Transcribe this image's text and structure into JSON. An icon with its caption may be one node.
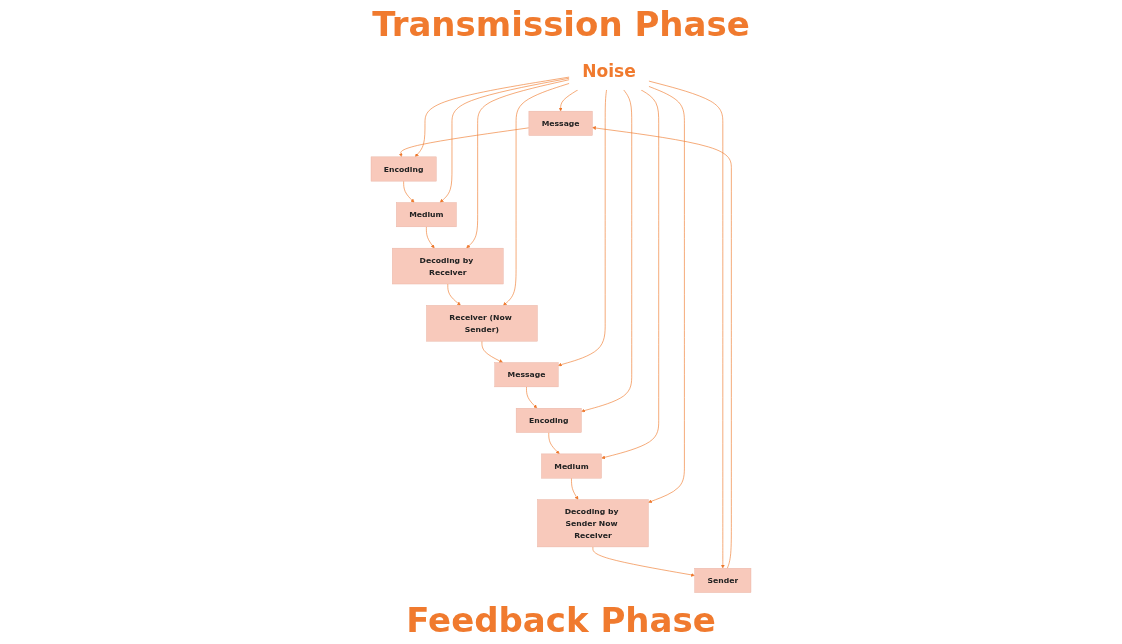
{
  "diagram": {
    "title": "Transmission Phase",
    "caption": "Feedback Phase",
    "nodes": [
      {
        "text": [
          "Message"
        ]
      },
      {
        "text": [
          "Encoding"
        ]
      },
      {
        "text": [
          "Medium"
        ]
      },
      {
        "text": [
          "Decoding by Receiver"
        ]
      },
      {
        "text": [
          "Sender"
        ]
      },
      {
        "text": [
          "Noise"
        ]
      },
      {
        "text": [
          "Receiver (Now Sender)"
        ]
      },
      {
        "text": [
          "Decoding by Sender Now Receiver"
        ]
      },
      {
        "text": [
          "Medium"
        ]
      },
      {
        "text": [
          "Encoding"
        ]
      },
      {
        "text": [
          "Message"
        ]
      }
    ],
    "edges": [
      {
        "from": 0,
        "to": 1,
        "arrow": "to"
      },
      {
        "from": 1,
        "to": 2,
        "arrow": "to"
      },
      {
        "from": 2,
        "to": 3,
        "arrow": "to"
      },
      {
        "from": 3,
        "to": 6,
        "arrow": "to"
      },
      {
        "from": 6,
        "to": 10,
        "arrow": "to"
      },
      {
        "from": 10,
        "to": 9,
        "arrow": "to"
      },
      {
        "from": 9,
        "to": 8,
        "arrow": "to"
      },
      {
        "from": 8,
        "to": 7,
        "arrow": "to"
      },
      {
        "from": 7,
        "to": 4,
        "arrow": "to"
      },
      {
        "from": 4,
        "to": 0,
        "arrow": "to"
      },
      {
        "from": 5,
        "to": 0,
        "arrow": "to"
      },
      {
        "from": 5,
        "to": 1,
        "arrow": "to"
      },
      {
        "from": 5,
        "to": 2,
        "arrow": "to"
      },
      {
        "from": 5,
        "to": 3,
        "arrow": "to"
      },
      {
        "from": 5,
        "to": 4,
        "arrow": "to"
      },
      {
        "from": 5,
        "to": 6,
        "arrow": "to"
      },
      {
        "from": 5,
        "to": 7,
        "arrow": "to"
      },
      {
        "from": 5,
        "to": 8,
        "arrow": "to"
      },
      {
        "from": 5,
        "to": 9,
        "arrow": "to"
      },
      {
        "from": 5,
        "to": 10,
        "arrow": "to"
      }
    ]
  }
}
